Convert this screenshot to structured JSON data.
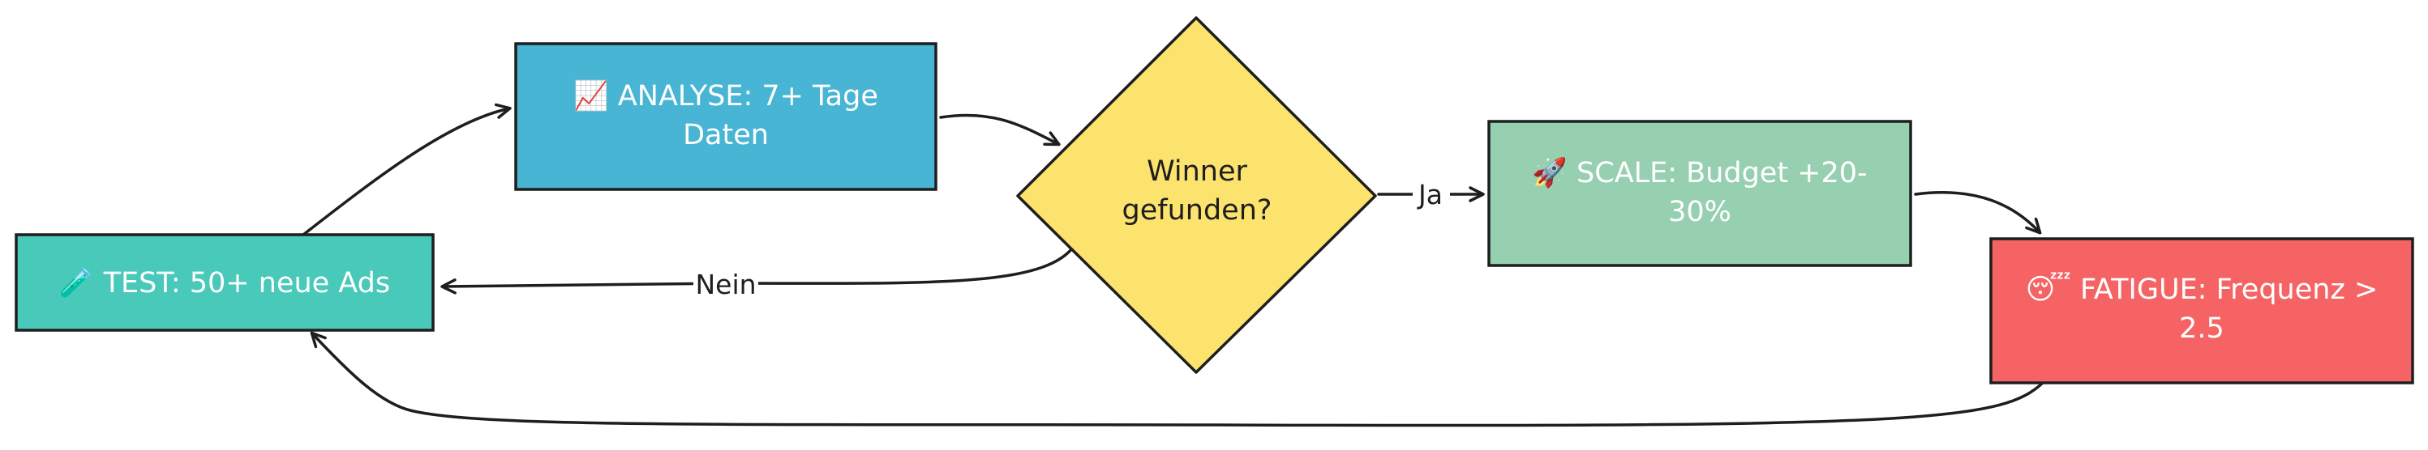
{
  "diagram": {
    "nodes": {
      "test": {
        "icon": "test-tube-icon",
        "lines": [
          "🧪 TEST: 50+ neue Ads"
        ],
        "color": "#48c9b9"
      },
      "analyse": {
        "icon": "chart-increasing-icon",
        "lines": [
          "📈 ANALYSE: 7+ Tage",
          "Daten"
        ],
        "color": "#47b5d3"
      },
      "decision": {
        "lines": [
          "Winner",
          "gefunden?"
        ],
        "color": "#fbe36d"
      },
      "scale": {
        "icon": "rocket-icon",
        "lines": [
          "🚀 SCALE: Budget +20-",
          "30%"
        ],
        "color": "#97d0b1"
      },
      "fatigue": {
        "icon": "sleeping-face-icon",
        "lines": [
          "😴 FATIGUE: Frequenz >",
          "2.5"
        ],
        "color": "#f56364"
      }
    },
    "edges": {
      "yes_label": "Ja",
      "no_label": "Nein"
    },
    "stroke_color": "#1e1e1e"
  }
}
